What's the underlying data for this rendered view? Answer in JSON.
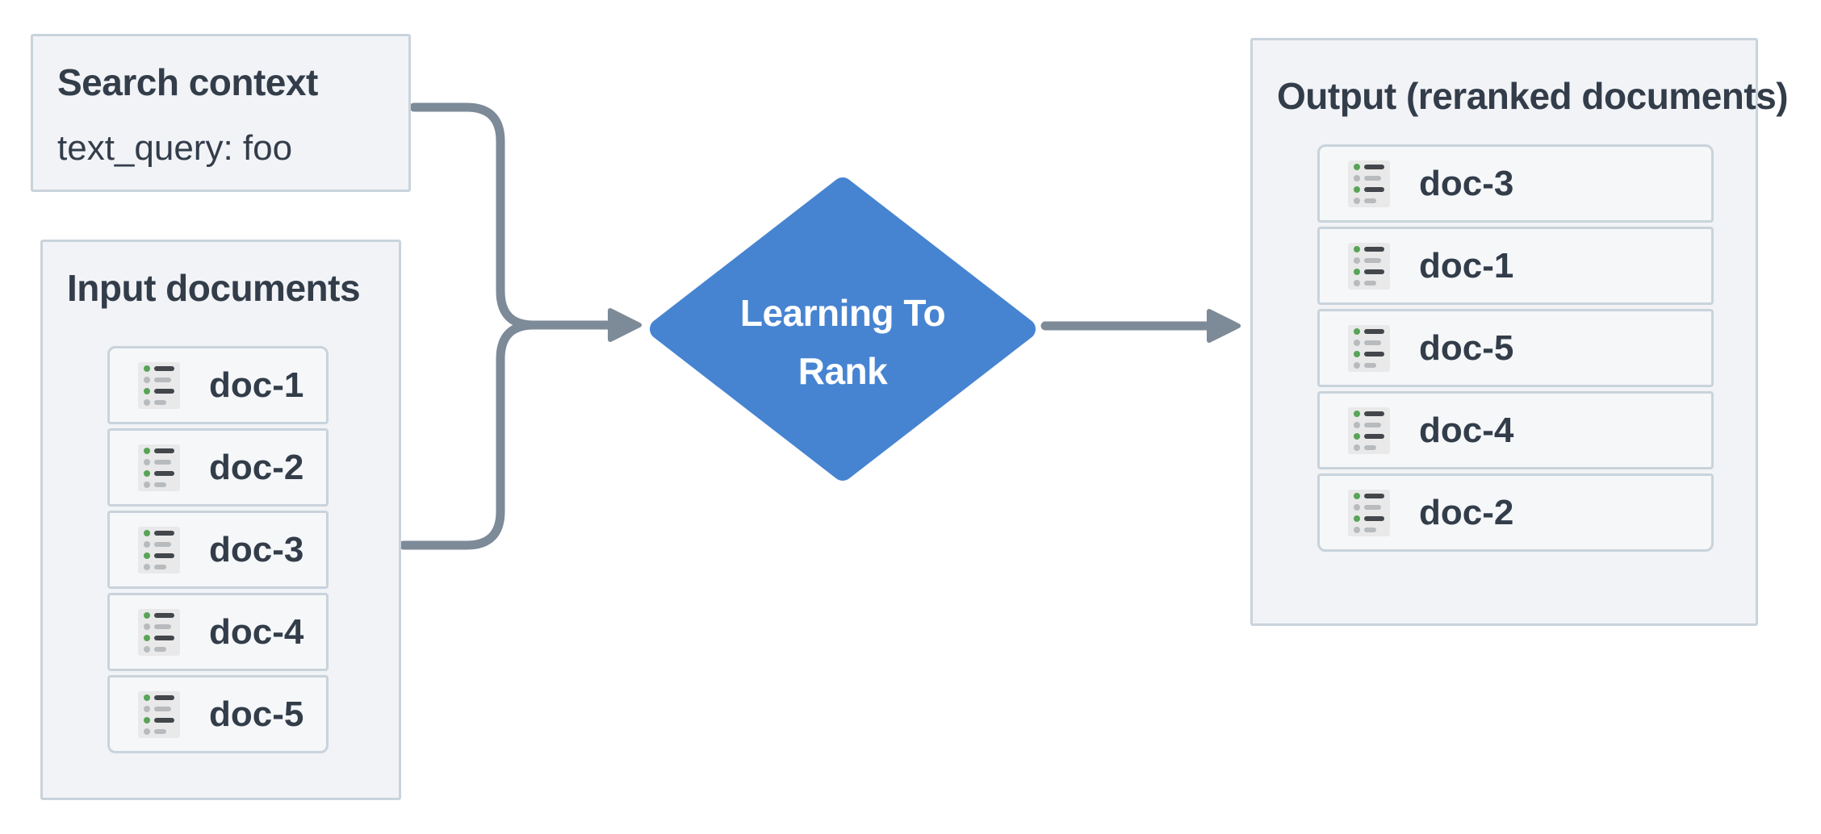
{
  "colors": {
    "diamond_blue": "#4684d1",
    "diamond_text": "#ffffff",
    "arrow_gray": "#7d8a98",
    "panel_bg": "#f1f3f6",
    "panel_border": "#c9d3dc",
    "card_bg": "#f5f7f9",
    "text_dark": "#333d4a",
    "icon_bg": "#e9e9ea",
    "icon_green": "#58a457",
    "icon_gray": "#b8bbbe",
    "icon_dark": "#43474c"
  },
  "search_context": {
    "title": "Search context",
    "query": "text_query: foo"
  },
  "input_documents": {
    "title": "Input documents",
    "docs": [
      "doc-1",
      "doc-2",
      "doc-3",
      "doc-4",
      "doc-5"
    ]
  },
  "process": {
    "label_lines": [
      "Learning To",
      "Rank"
    ]
  },
  "output": {
    "title": "Output (reranked documents)",
    "docs": [
      "doc-3",
      "doc-1",
      "doc-5",
      "doc-4",
      "doc-2"
    ]
  },
  "icons": {
    "doc_card_icon": "document-list-icon"
  }
}
